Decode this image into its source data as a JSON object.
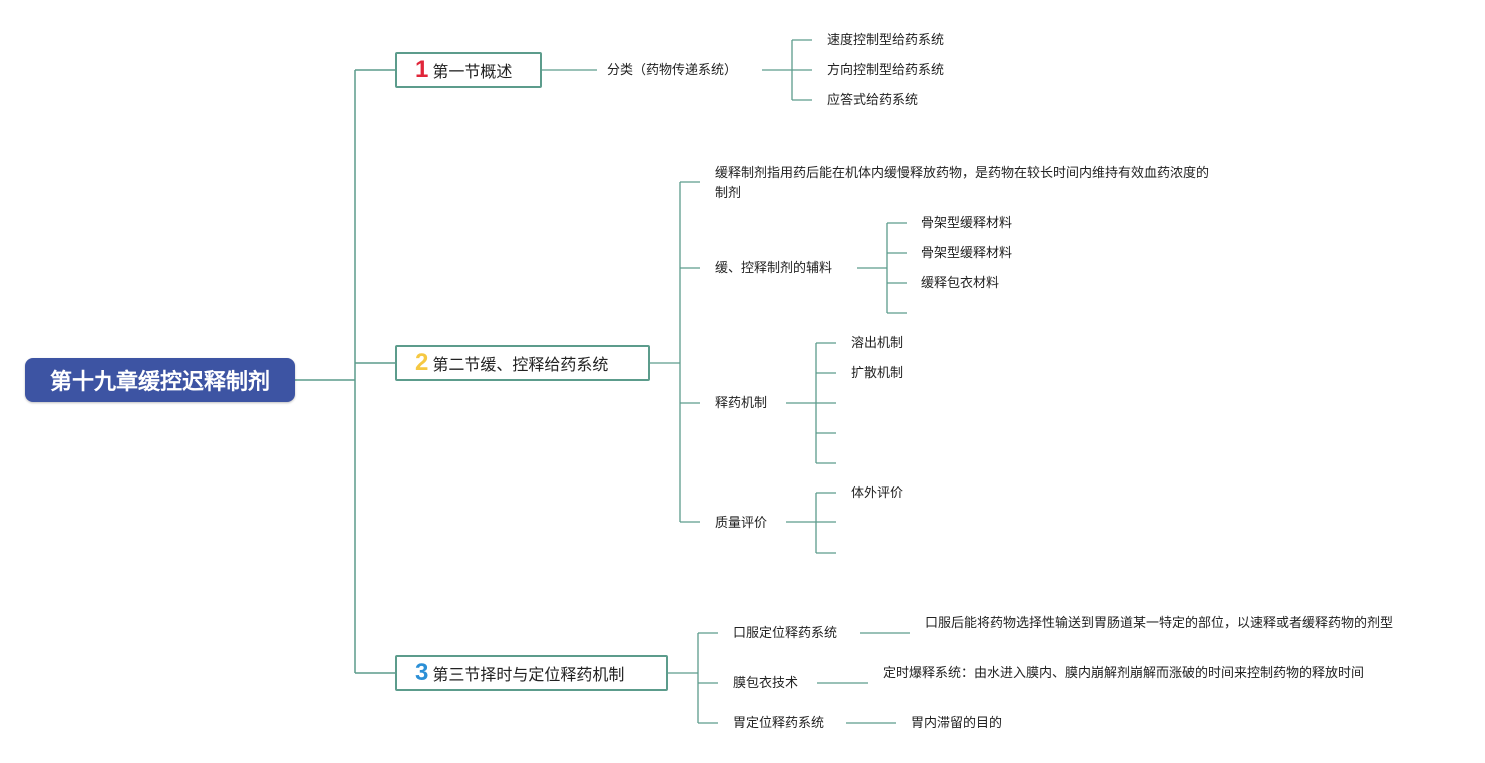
{
  "root": {
    "label": "第十九章缓控迟释制剂",
    "color": "#3d54a3"
  },
  "line_color": "#5c9c8c",
  "branches": [
    {
      "number": "1",
      "number_color": "#e0263a",
      "label": "第一节概述",
      "children": [
        {
          "label": "分类（药物传递系统）",
          "children": [
            "速度控制型给药系统",
            "方向控制型给药系统",
            "应答式给药系统"
          ]
        }
      ]
    },
    {
      "number": "2",
      "number_color": "#f5c842",
      "label": "第二节缓、控释给药系统",
      "children": [
        {
          "label": "缓释制剂指用药后能在机体内缓慢释放药物，是药物在较长时间内维持有效血药浓度的制剂"
        },
        {
          "label": "缓、控释制剂的辅料",
          "children": [
            "骨架型缓释材料",
            "骨架型缓释材料",
            "缓释包衣材料",
            ""
          ]
        },
        {
          "label": "释药机制",
          "children": [
            "溶出机制",
            "扩散机制",
            "",
            "",
            ""
          ]
        },
        {
          "label": "质量评价",
          "children": [
            "体外评价",
            "",
            ""
          ]
        }
      ]
    },
    {
      "number": "3",
      "number_color": "#2b8fd6",
      "label": "第三节择时与定位释药机制",
      "children": [
        {
          "label": "口服定位释药系统",
          "children": [
            "口服后能将药物选择性输送到胃肠道某一特定的部位，以速释或者缓释药物的剂型"
          ]
        },
        {
          "label": "膜包衣技术",
          "children": [
            "定时爆释系统：由水进入膜内、膜内崩解剂崩解而涨破的时间来控制药物的释放时间"
          ]
        },
        {
          "label": "胃定位释药系统",
          "children": [
            "胃内滞留的目的"
          ]
        }
      ]
    }
  ]
}
